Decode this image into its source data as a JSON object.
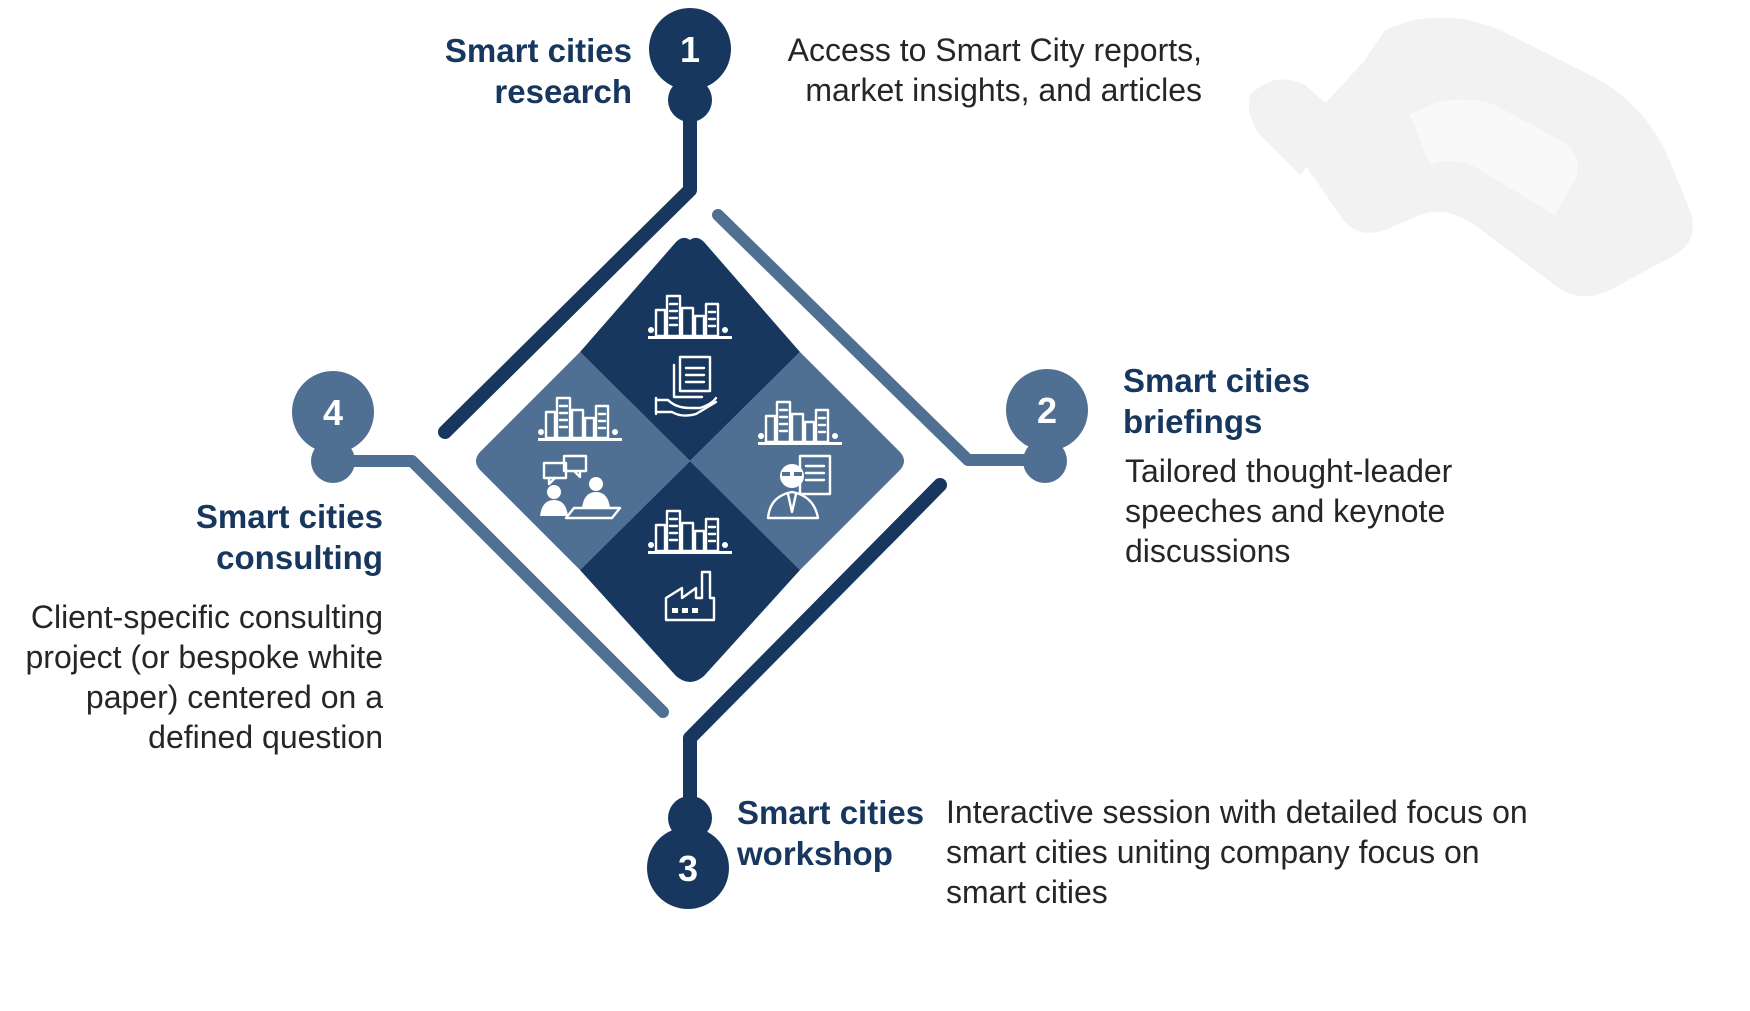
{
  "colors": {
    "dark_navy": "#17375e",
    "steel_blue": "#4f6f93",
    "text": "#262626",
    "watermark": "#f2f2f2"
  },
  "center_quadrants": [
    {
      "position": "top",
      "icons": [
        "city-buildings-icon",
        "document-in-hand-icon"
      ]
    },
    {
      "position": "right",
      "icons": [
        "city-buildings-icon",
        "presenter-with-report-icon"
      ]
    },
    {
      "position": "bottom",
      "icons": [
        "city-buildings-icon",
        "factory-icon"
      ]
    },
    {
      "position": "left",
      "icons": [
        "city-buildings-icon",
        "meeting-conversation-icon"
      ]
    }
  ],
  "background_icon": "handshake-icon",
  "items": [
    {
      "number": "1",
      "title_lines": [
        "Smart cities",
        "research"
      ],
      "description_lines": [
        "Access to Smart City reports,",
        "market insights, and articles"
      ]
    },
    {
      "number": "2",
      "title_lines": [
        "Smart cities",
        "briefings"
      ],
      "description_lines": [
        "Tailored thought-leader",
        "speeches and keynote",
        "discussions"
      ]
    },
    {
      "number": "3",
      "title_lines": [
        "Smart cities",
        "workshop"
      ],
      "description_lines": [
        "Interactive session with detailed focus on",
        "smart cities uniting company focus on",
        "smart cities"
      ]
    },
    {
      "number": "4",
      "title_lines": [
        "Smart cities",
        "consulting"
      ],
      "description_lines": [
        "Client-specific consulting",
        "project (or bespoke white",
        "paper) centered on a",
        "defined question"
      ]
    }
  ]
}
